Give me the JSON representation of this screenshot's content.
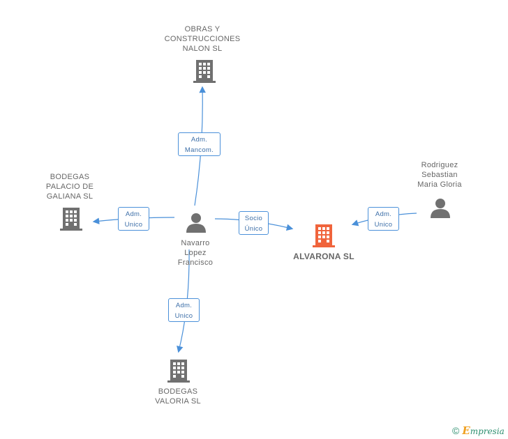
{
  "nodes": {
    "obras": {
      "label": "OBRAS Y\nCONSTRUCCIONES\nNALON SL",
      "type": "company"
    },
    "bodegas_palacio": {
      "label": "BODEGAS\nPALACIO DE\nGALIANA SL",
      "type": "company"
    },
    "bodegas_valoria": {
      "label": "BODEGAS\nVALORIA SL",
      "type": "company"
    },
    "alvarona": {
      "label": "ALVARONA SL",
      "type": "company-main"
    },
    "navarro": {
      "label": "Navarro\nLopez\nFrancisco",
      "type": "person"
    },
    "rodriguez": {
      "label": "Rodriguez\nSebastian\nMaria Gloria",
      "type": "person"
    }
  },
  "edges": {
    "to_obras": "Adm.\nMancom.",
    "to_palacio": "Adm.\nUnico",
    "to_valoria": "Adm.\nUnico",
    "to_alvarona": "Socio\nÚnico",
    "rodriguez_to_alvarona": "Adm.\nUnico"
  },
  "colors": {
    "company_icon": "#707070",
    "main_company_icon": "#f0643c",
    "person_icon": "#707070",
    "edge": "#4a90d9"
  },
  "footer": {
    "copyright": "©",
    "brand_initial": "E",
    "brand_rest": "mpresia"
  }
}
